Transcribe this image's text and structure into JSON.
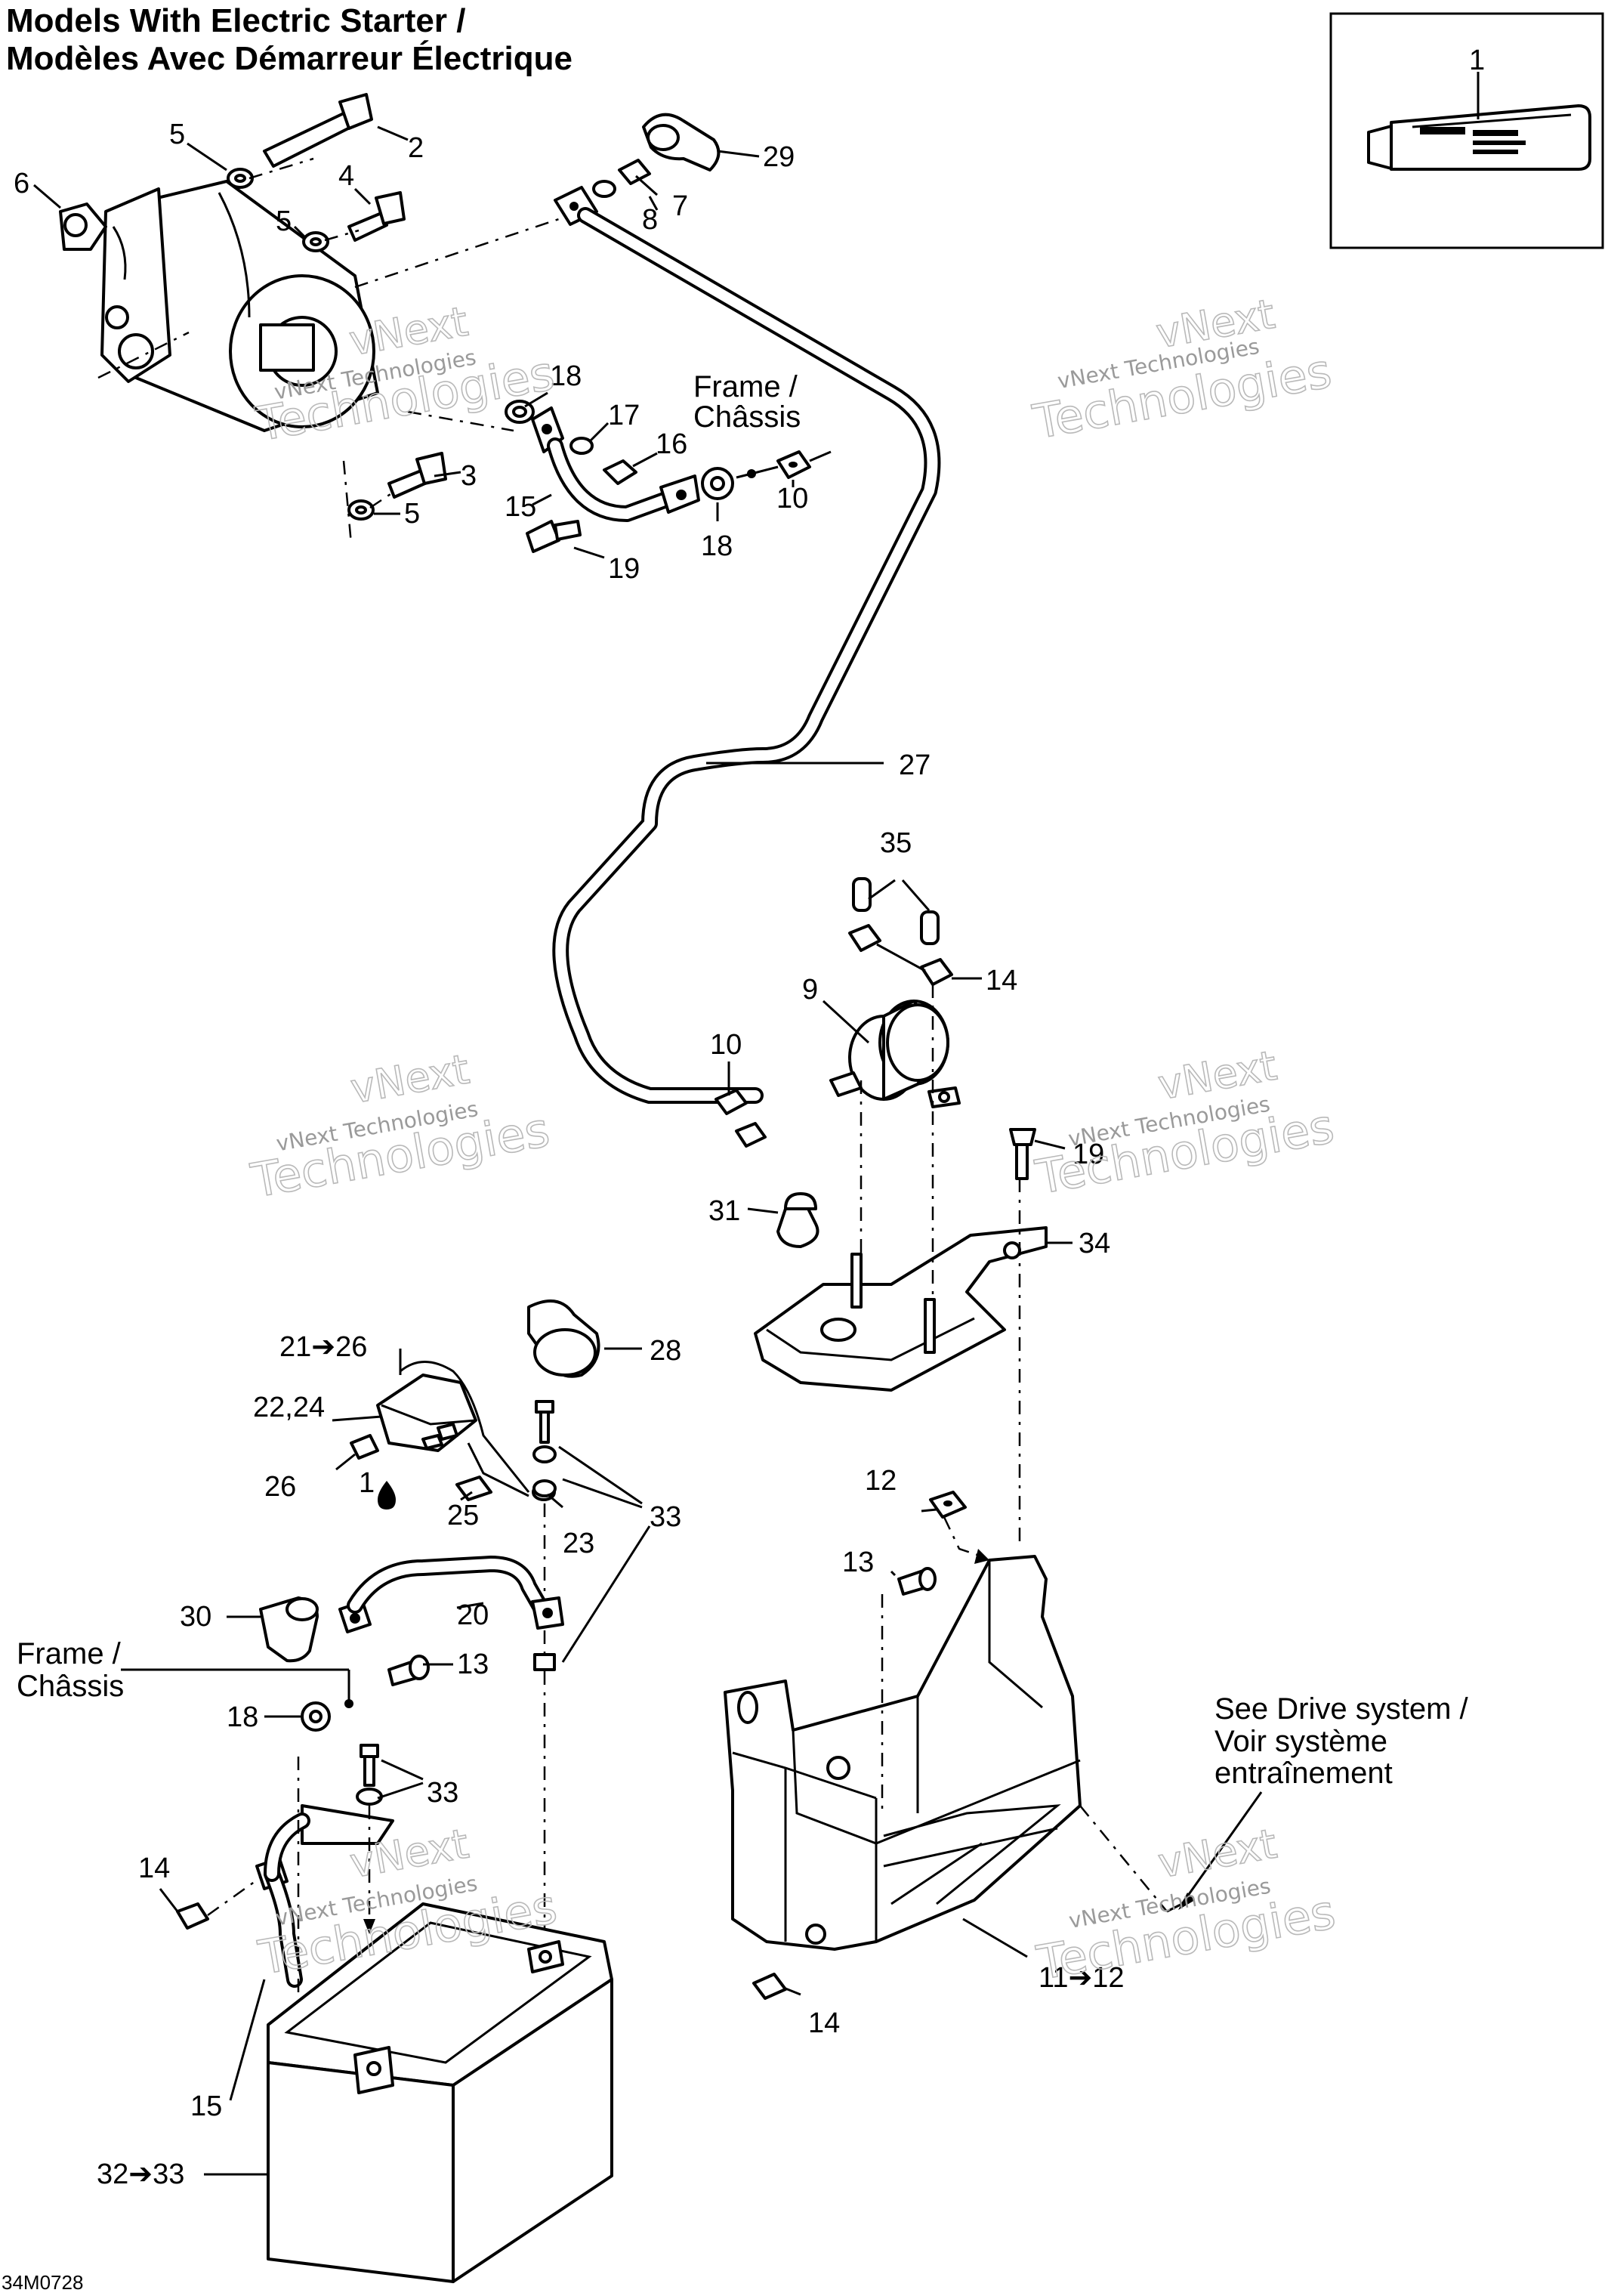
{
  "title": {
    "line1": "Models With Electric Starter /",
    "line2": "Modèles Avec Démarreur Électrique"
  },
  "callouts": {
    "c1": "1",
    "c2": "2",
    "c3": "3",
    "c4": "4",
    "c5a": "5",
    "c5b": "5",
    "c5c": "5",
    "c6": "6",
    "c7": "7",
    "c8": "8",
    "c9": "9",
    "c10a": "10",
    "c10b": "10",
    "c11_12": "11➔12",
    "c12": "12",
    "c13a": "13",
    "c13b": "13",
    "c14a": "14",
    "c14b": "14",
    "c14c": "14",
    "c15a": "15",
    "c15b": "15",
    "c16": "16",
    "c17": "17",
    "c18a": "18",
    "c18b": "18",
    "c18c": "18",
    "c19a": "19",
    "c19b": "19",
    "c20": "20",
    "c21_26": "21➔26",
    "c22_24": "22,24",
    "c23": "23",
    "c25": "25",
    "c26": "26",
    "c1drop": "1",
    "c27": "27",
    "c28": "28",
    "c29": "29",
    "c30": "30",
    "c31": "31",
    "c32_33": "32➔33",
    "c33a": "33",
    "c33b": "33",
    "c34": "34",
    "c35": "35"
  },
  "notes": {
    "frame1_line1": "Frame /",
    "frame1_line2": "Châssis",
    "frame2_line1": "Frame /",
    "frame2_line2": "Châssis",
    "drive_line1": "See Drive system /",
    "drive_line2": "Voir système",
    "drive_line3": "entraînement"
  },
  "watermark": {
    "big1": "vNext",
    "big2": "Technologies",
    "small": "vNext Technologies"
  },
  "figure_code": "34M0728"
}
